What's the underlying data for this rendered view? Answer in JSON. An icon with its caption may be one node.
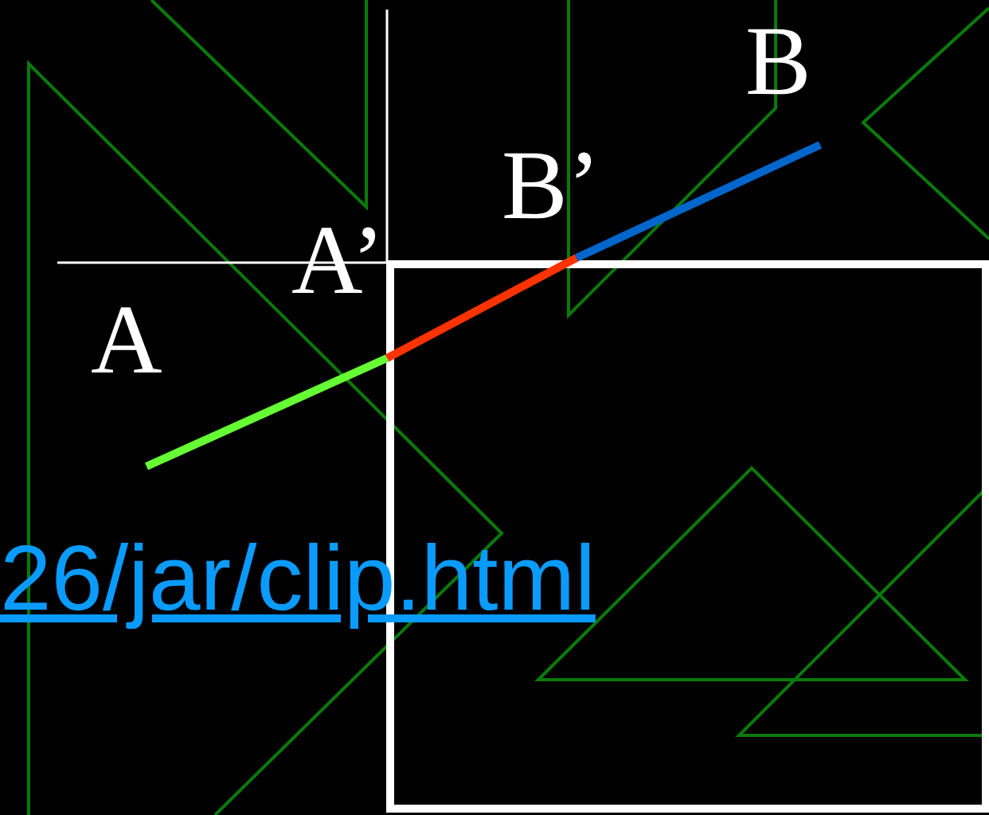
{
  "diagram": {
    "labels": [
      "B",
      "B’",
      "A’",
      "A",
      "26/jar/clip.html"
    ]
  }
}
